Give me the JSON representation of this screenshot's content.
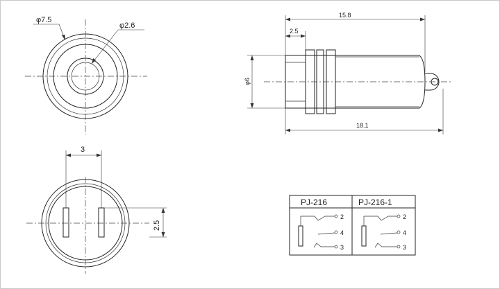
{
  "front_view": {
    "outer_diameter_label": "φ7.5",
    "inner_diameter_label": "φ2.6"
  },
  "rear_view": {
    "pin_spacing_label": "3",
    "pin_offset_label": "2.5"
  },
  "side_view": {
    "length_label": "15.8",
    "thread_length_label": "2.5",
    "diameter_label": "φ6",
    "total_length_label": "18.1"
  },
  "schematic_table": {
    "columns": [
      {
        "title": "PJ-216",
        "pins": [
          "2",
          "4",
          "3"
        ]
      },
      {
        "title": "PJ-216-1",
        "pins": [
          "2",
          "4",
          "3"
        ]
      }
    ]
  }
}
